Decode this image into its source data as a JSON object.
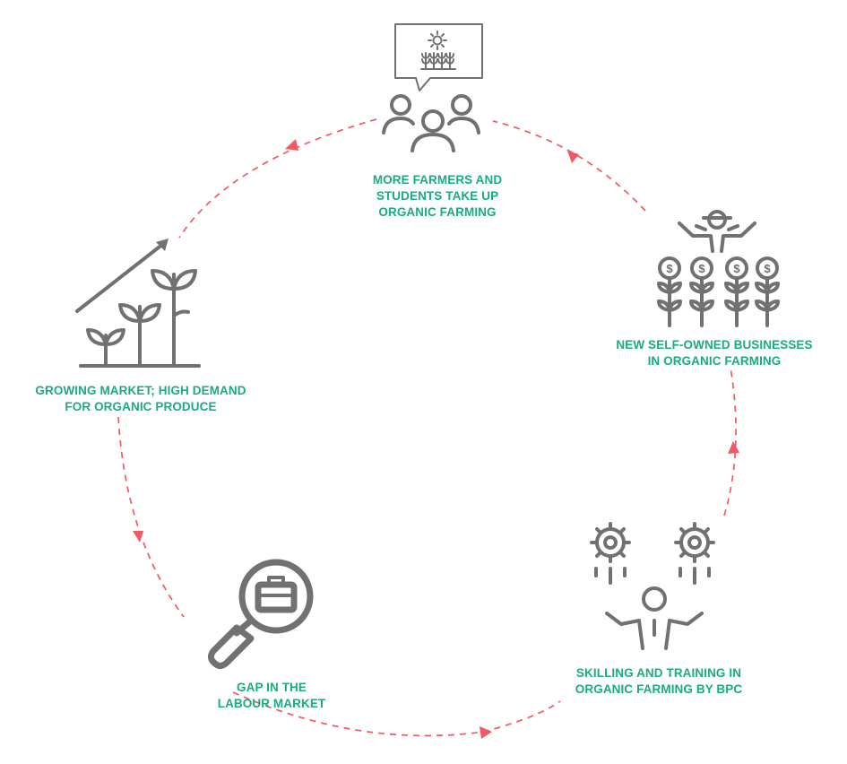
{
  "nodes": [
    {
      "id": "farmers",
      "icon": "farmers-group-icon",
      "lines": [
        "MORE FARMERS AND",
        "STUDENTS TAKE UP",
        "ORGANIC FARMING"
      ]
    },
    {
      "id": "businesses",
      "icon": "money-plants-icon",
      "lines": [
        "NEW SELF-OWNED BUSINESSES",
        "IN ORGANIC FARMING"
      ]
    },
    {
      "id": "skilling",
      "icon": "skilling-person-gears-icon",
      "lines": [
        "SKILLING AND TRAINING IN",
        "ORGANIC FARMING BY BPC"
      ]
    },
    {
      "id": "gap",
      "icon": "job-search-icon",
      "lines": [
        "GAP IN THE",
        "LABOUR MARKET"
      ]
    },
    {
      "id": "market",
      "icon": "growing-plants-icon",
      "lines": [
        "GROWING MARKET; HIGH DEMAND",
        "FOR ORGANIC PRODUCE"
      ]
    }
  ],
  "colors": {
    "label": "#1aab82",
    "icon": "#717171",
    "cycle_arrow": "#ef5a64"
  }
}
